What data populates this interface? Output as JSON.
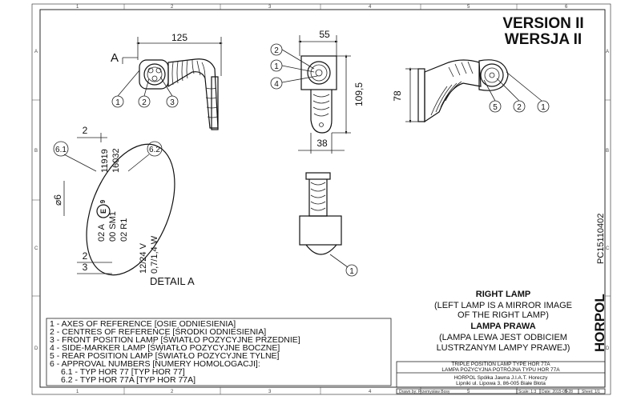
{
  "version": {
    "line1": "VERSION II",
    "line2": "WERSJA II"
  },
  "grid": {
    "columns": [
      "1",
      "2",
      "3",
      "4",
      "5",
      "6"
    ],
    "rows": [
      "A",
      "B",
      "C",
      "D"
    ]
  },
  "views": {
    "side": {
      "dim_width": "125",
      "view_letter": "A",
      "callouts": [
        "1",
        "2",
        "3"
      ]
    },
    "front": {
      "dim_top": "55",
      "dim_height": "109,5",
      "dim_bottom": "38",
      "callouts": [
        "2",
        "1",
        "4"
      ]
    },
    "right": {
      "dim_height": "78",
      "callouts": [
        "5",
        "2",
        "1"
      ]
    },
    "bottom": {
      "callouts": [
        "1"
      ]
    }
  },
  "detail": {
    "title": "DETAIL A",
    "callout_left": "6.1",
    "callout_right": "6.2",
    "dim_top": "2",
    "dim_diameter": "⌀6",
    "dim_bottom_a": "2",
    "dim_bottom_b": "3",
    "marking_e": "E",
    "marking_num": "9",
    "marking_codes": [
      "11919",
      "16032"
    ],
    "marking_mid": [
      "02 A",
      "00 SM1",
      "02 R1"
    ],
    "marking_power": [
      "12/24 V",
      "0,7/1,4 W"
    ]
  },
  "legend": [
    "1 - AXES OF REFERENCE [OSIE ODNIESIENIA]",
    "2 - CENTRES OF REFERENCE [ŚRODKI ODNIESIENIA]",
    "3 - FRONT POSITION LAMP [ŚWIATŁO POZYCYJNE PRZEDNIE]",
    "4 - SIDE-MARKER LAMP [ŚWIATŁO POZYCYJNE BOCZNE]",
    "5 - REAR POSITION LAMP [ŚWIATŁO POZYCYJNE TYLNE]",
    "6 - APPROVAL NUMBERS [NUMERY HOMOLOGACJI]:",
    "6.1 - TYP HOR 77 [TYP HOR 77]",
    "6.2 - TYP HOR 77A [TYP HOR 77A]"
  ],
  "note": {
    "title_en": "RIGHT LAMP",
    "desc_en_1": "(LEFT LAMP IS A MIRROR IMAGE",
    "desc_en_2": "OF THE RIGHT LAMP)",
    "title_pl": "LAMPA PRAWA",
    "desc_pl_1": "(LAMPA LEWA JEST ODBICIEM",
    "desc_pl_2": "LUSTRZANYM LAMPY PRAWEJ)"
  },
  "brand": {
    "logo": "HORPOL",
    "doc_code": "PC15110402"
  },
  "title_block": {
    "line1": "TRIPLE POSITION LAMP TYPE HOR 77A",
    "line2": "LAMPA POZYCYJNA POTRÓJNA TYPU HOR 77A",
    "company": "HORPOL Spółka Jawna   J.I.A.T. Horeczy",
    "address": "Lipniki ul. Lipowa 3, 86-005 Białe Błota",
    "drawn": "Drawn by: Przemysław Bosy",
    "scale": "Scale: 1:3",
    "date": "Date: 2015-09-28",
    "sheet": "Sheet: 1/1"
  },
  "colors": {
    "ink": "#111111",
    "paper": "#ffffff"
  }
}
